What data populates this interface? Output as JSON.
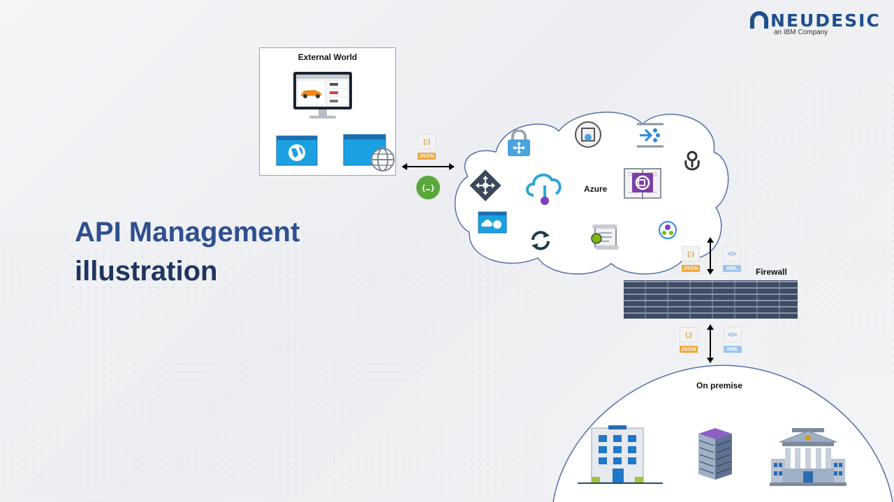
{
  "logo": {
    "word": "NEUDESIC",
    "sub": "an IBM Company"
  },
  "title": {
    "line1": "API Management",
    "line2": "illustration"
  },
  "external_world": {
    "label": "External World"
  },
  "azure": {
    "label": "Azure"
  },
  "firewall": {
    "label": "Firewall"
  },
  "on_premise": {
    "label": "On premise"
  },
  "formats": {
    "json": "JSON",
    "xml": "XML",
    "json_glyph": "{;}",
    "xml_glyph": "</>",
    "api_glyph": "{…}"
  },
  "colors": {
    "title_blue": "#2f4f8f",
    "title_dark": "#1f3561",
    "logo_blue": "#1f4e8c",
    "azure_blue": "#1ba1e2",
    "firewall": "#3d4b63",
    "json_orange": "#f0a841",
    "xml_blue": "#9fc5ea",
    "cloud_border": "#5570a8"
  },
  "icons": [
    "monitor-car-app-icon",
    "browser-globe-icon",
    "browser-web-icon",
    "json-doc-icon",
    "api-green-icon",
    "arrows-lock-icon",
    "api-management-icon",
    "directions-icon",
    "cloud-service-icon",
    "sync-icon",
    "browser-cloud-icon",
    "logic-scroll-icon",
    "service-bus-icon",
    "connector-icon",
    "book-api-icon",
    "user-group-icon",
    "brick-firewall-icon",
    "office-building-icon",
    "tower-building-icon",
    "bank-building-icon",
    "xml-doc-icon"
  ]
}
